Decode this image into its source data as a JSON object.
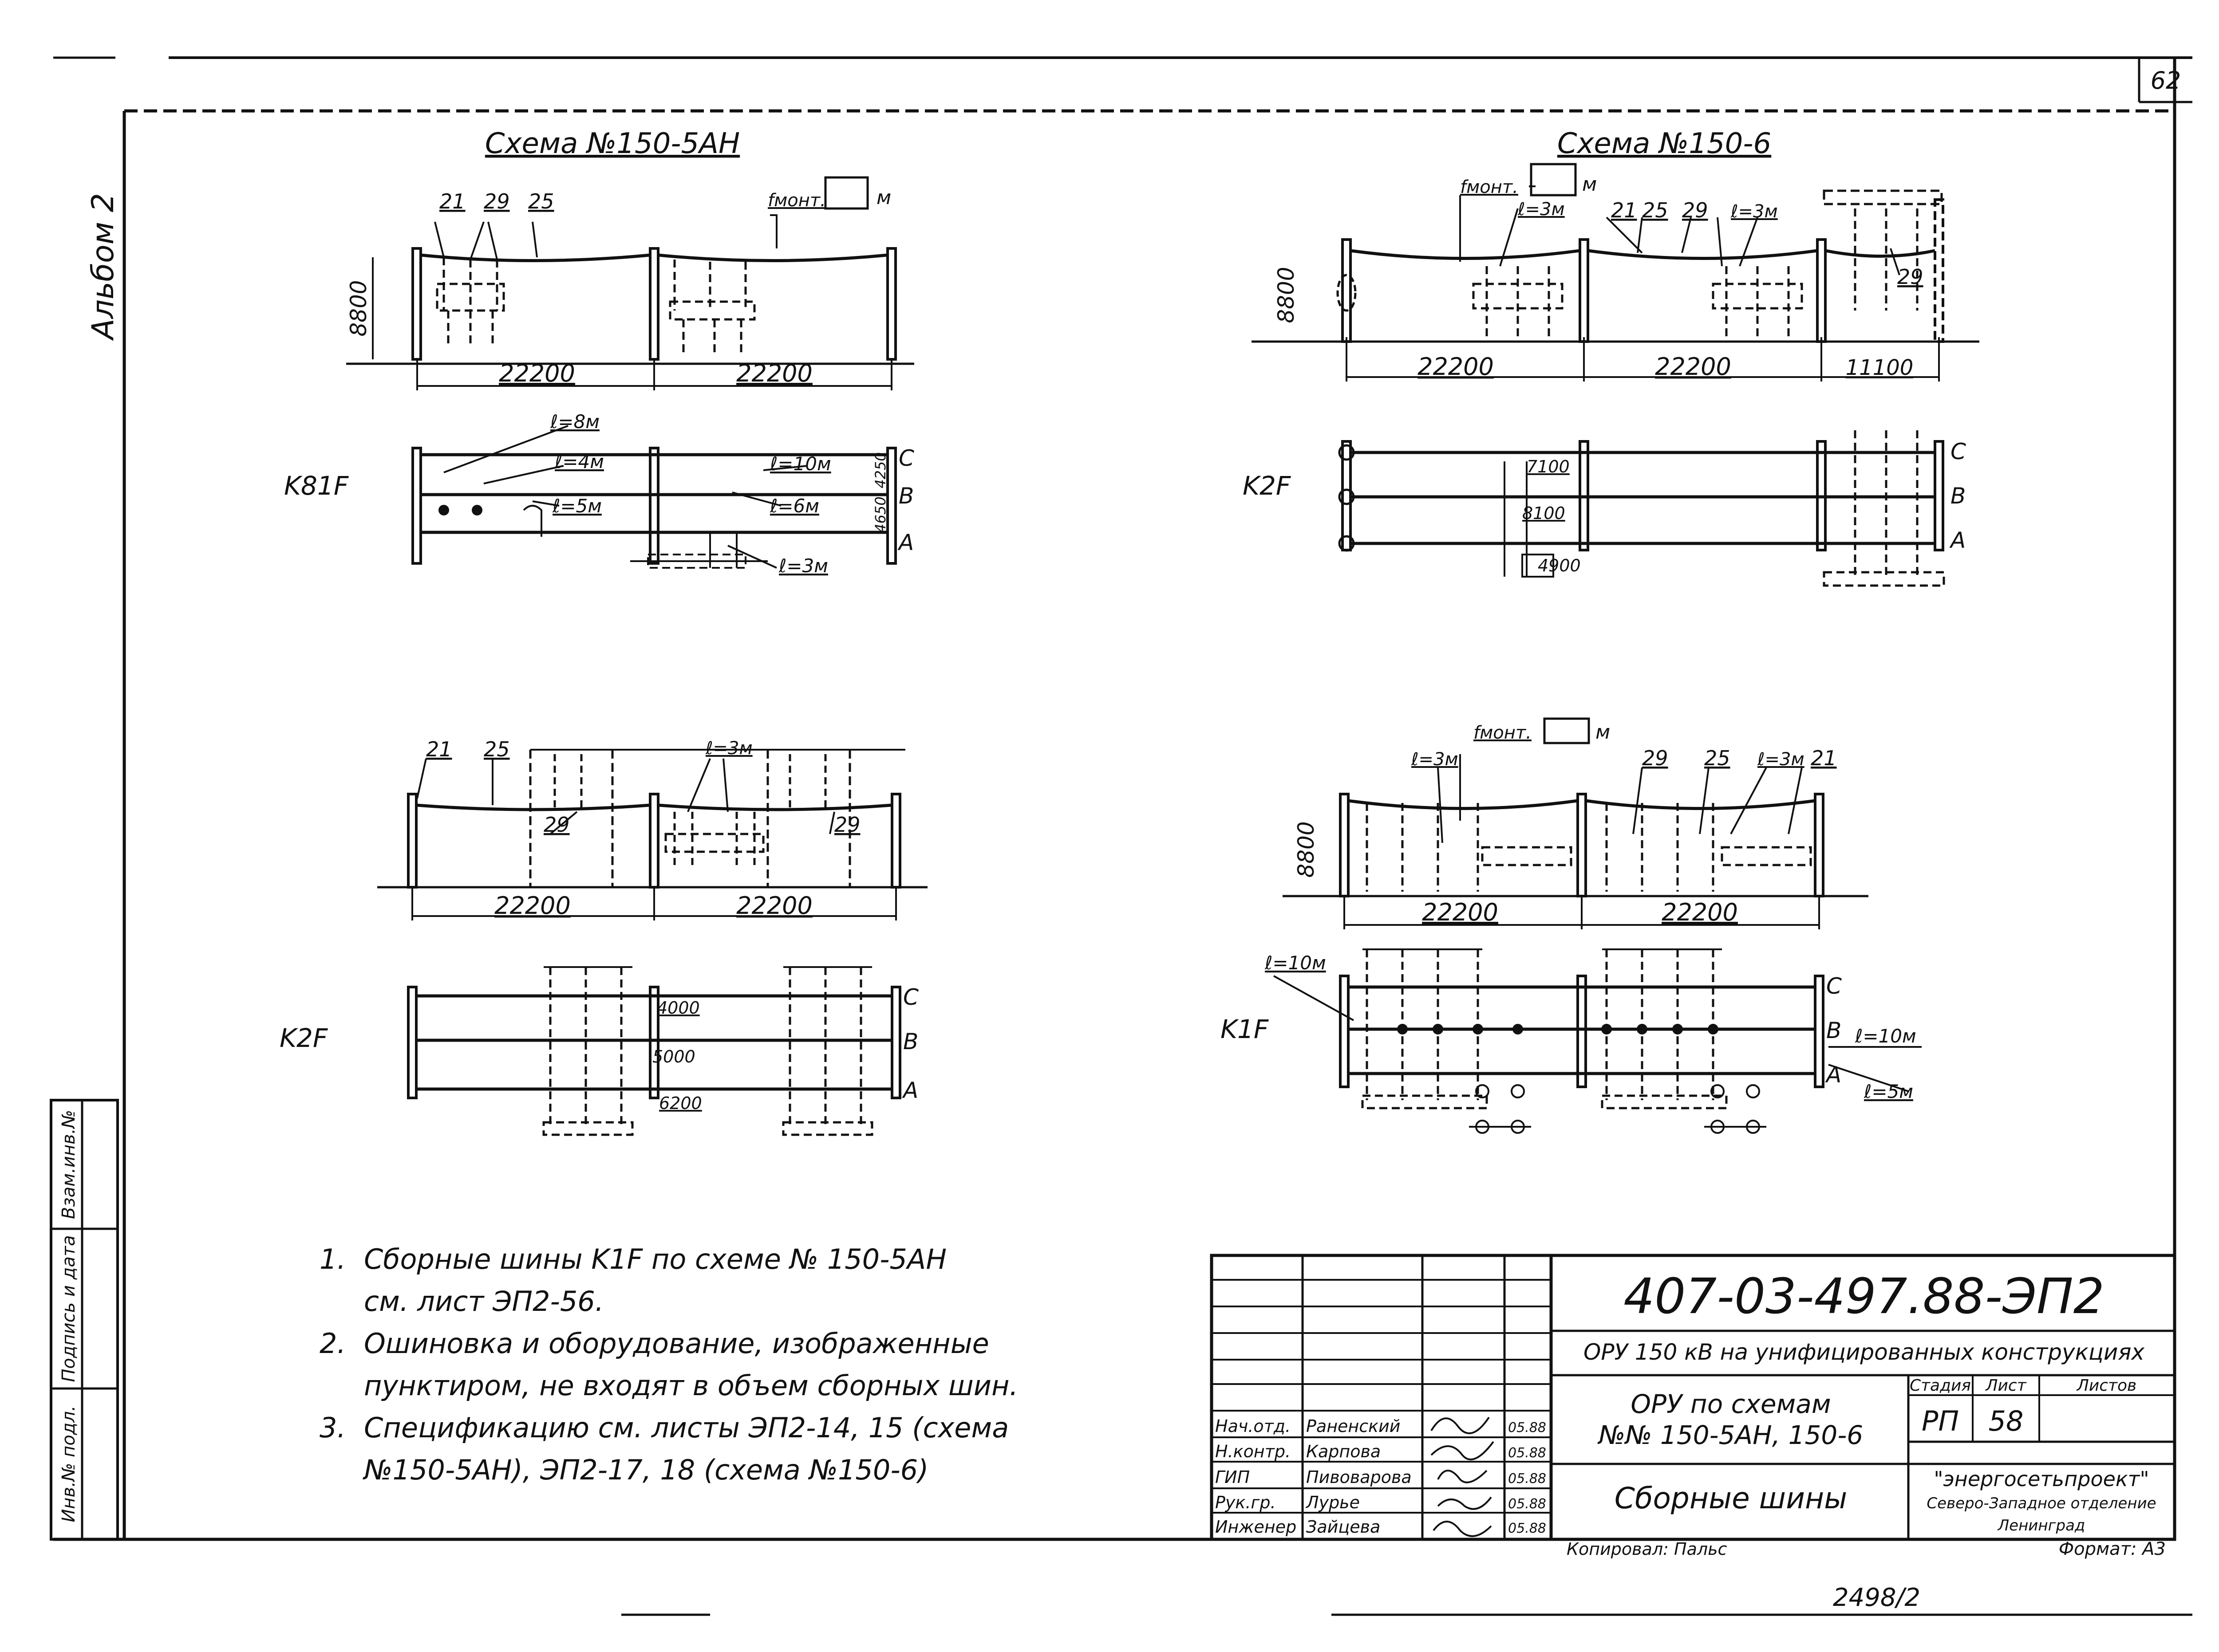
{
  "page_number": "62",
  "album_label": "Альбом 2",
  "side_stamp": [
    "Инв.№ подл.",
    "Подпись и дата",
    "Взам.инв.№"
  ],
  "schemes": {
    "left_title": "Схема №150-5АН",
    "right_title": "Схема №150-6"
  },
  "views": [
    {
      "label": "",
      "height_dim": "8800",
      "spans": [
        "22200",
        "22200"
      ],
      "callouts": [
        "21",
        "29",
        "25"
      ],
      "sag_tag": "fмонт."
    },
    {
      "label": "K81F",
      "phases": [
        "C",
        "B",
        "A"
      ],
      "notes": [
        "ℓ=8м",
        "ℓ=4м",
        "ℓ=5м",
        "ℓ=10м",
        "ℓ=6м",
        "ℓ=3м"
      ],
      "dims": [
        "4250",
        "4650"
      ]
    },
    {
      "label": "",
      "height_dim": "8800",
      "spans": [
        "22200",
        "22200",
        "11100"
      ],
      "callouts": [
        "ℓ=3м",
        "21",
        "25",
        "29",
        "ℓ=3м",
        "29"
      ],
      "sag_tag": "fмонт."
    },
    {
      "label": "K2F",
      "phases": [
        "C",
        "B",
        "A"
      ],
      "dims": [
        "7100",
        "8100",
        "4900"
      ]
    },
    {
      "label": "",
      "height_dim": "",
      "spans": [
        "22200",
        "22200"
      ],
      "callouts": [
        "21",
        "25",
        "29",
        "ℓ=3м",
        "29"
      ]
    },
    {
      "label": "K2F",
      "phases": [
        "C",
        "B",
        "A"
      ],
      "dims": [
        "4000",
        "5000",
        "6200"
      ]
    },
    {
      "label": "",
      "height_dim": "8800",
      "spans": [
        "22200",
        "22200"
      ],
      "callouts": [
        "ℓ=3м",
        "29",
        "25",
        "ℓ=3м",
        "21"
      ],
      "sag_tag": "fмонт."
    },
    {
      "label": "K1F",
      "phases": [
        "C",
        "B",
        "A"
      ],
      "notes": [
        "ℓ=10м",
        "ℓ=10м",
        "ℓ=5м"
      ]
    }
  ],
  "unit_m": "м",
  "notes": [
    {
      "num": "1.",
      "lines": [
        "Сборные шины K1F по схеме № 150-5АН",
        "см. лист ЭП2-56."
      ]
    },
    {
      "num": "2.",
      "lines": [
        "Ошиновка и оборудование, изображенные",
        "пунктиром, не входят в объем сборных шин."
      ]
    },
    {
      "num": "3.",
      "lines": [
        "Спецификацию см. листы ЭП2-14, 15 (схема",
        "№150-5АН), ЭП2-17, 18 (схема №150-6)"
      ]
    }
  ],
  "title_block": {
    "doc_code": "407-03-497.88-ЭП2",
    "project": "ОРУ 150 кВ на унифицированных конструкциях",
    "sheet_title_1": "ОРУ по схемам",
    "sheet_title_2": "№№ 150-5АН, 150-6",
    "drawing_name": "Сборные шины",
    "head_stage": "Стадия",
    "head_sheet": "Лист",
    "head_sheets": "Листов",
    "stage": "РП",
    "sheet": "58",
    "sheets": "",
    "org_1": "\"энергосетьпроект\"",
    "org_2": "Северо-Западное отделение",
    "org_3": "Ленинград",
    "staff": [
      {
        "role": "Нач.отд.",
        "name": "Раненский",
        "date": "05.88"
      },
      {
        "role": "Н.контр.",
        "name": "Карпова",
        "date": "05.88"
      },
      {
        "role": "ГИП",
        "name": "Пивоварова",
        "date": "05.88"
      },
      {
        "role": "Рук.гр.",
        "name": "Лурье",
        "date": "05.88"
      },
      {
        "role": "Инженер",
        "name": "Зайцева",
        "date": "05.88"
      }
    ],
    "copied_by": "Копировал: Пальс",
    "format": "Формат: А3"
  },
  "bottom_number": "2498/2"
}
